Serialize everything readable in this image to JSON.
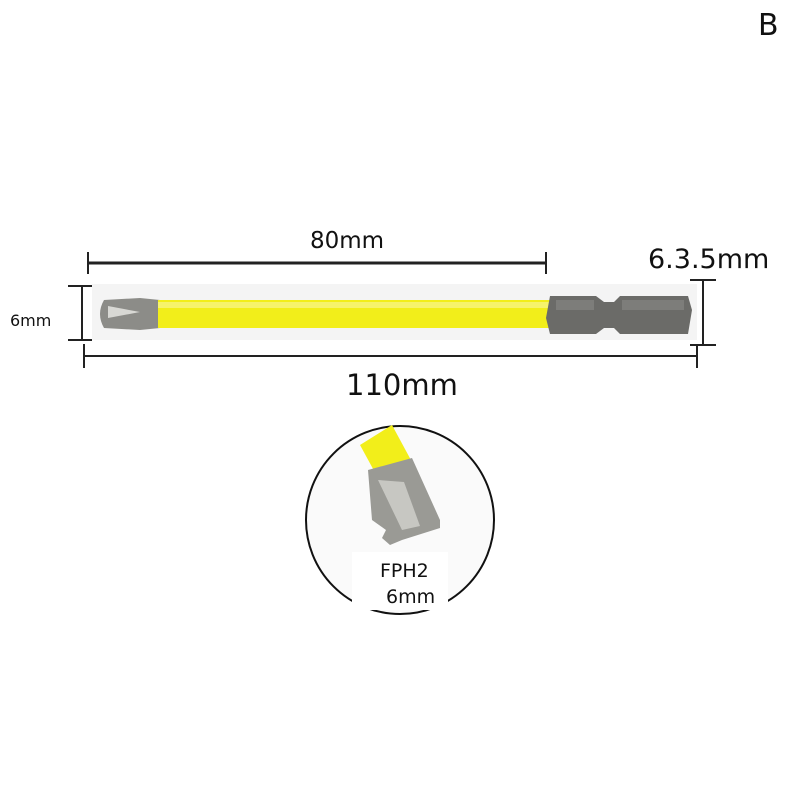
{
  "variant_label": "B",
  "dimensions": {
    "shaft_length": "80mm",
    "hex_shank": "6.3.5mm",
    "diameter": "6mm",
    "total_length": "110mm"
  },
  "detail": {
    "tip_type": "FPH2",
    "tip_size": "6mm"
  },
  "colors": {
    "shaft": "#f2ee1a",
    "steel": "#6b6b68",
    "tip": "#9a9a95"
  }
}
